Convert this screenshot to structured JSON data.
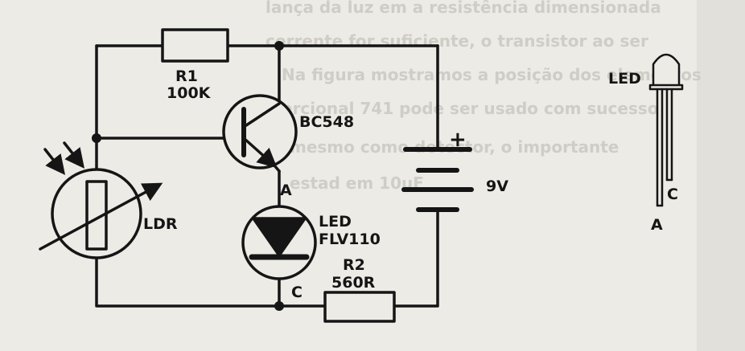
{
  "colors": {
    "paper": "#ecebe6",
    "ink": "#151515",
    "bleed": "#cfcdc6"
  },
  "background_text": {
    "lines": [
      "lança da luz em a resistência dimensionada",
      "corrente for suficiente, o transistor ao ser",
      "Na figura mostramos a posição dos elementos",
      "ercional 741 pode ser usado com sucesso",
      "mesmo como detector, o importante",
      "estad em 10uF"
    ]
  },
  "components": {
    "r1": {
      "name": "R1",
      "value": "100K"
    },
    "r2": {
      "name": "R2",
      "value": "560R"
    },
    "transistor": {
      "name": "BC548"
    },
    "led": {
      "name": "LED",
      "part": "FLV110",
      "anode": "A",
      "cathode": "C"
    },
    "ldr": {
      "name": "LDR"
    },
    "battery": {
      "polarity": "+",
      "voltage": "9V"
    }
  },
  "led_pinout": {
    "name": "LED",
    "cathode": "C",
    "anode": "A"
  }
}
